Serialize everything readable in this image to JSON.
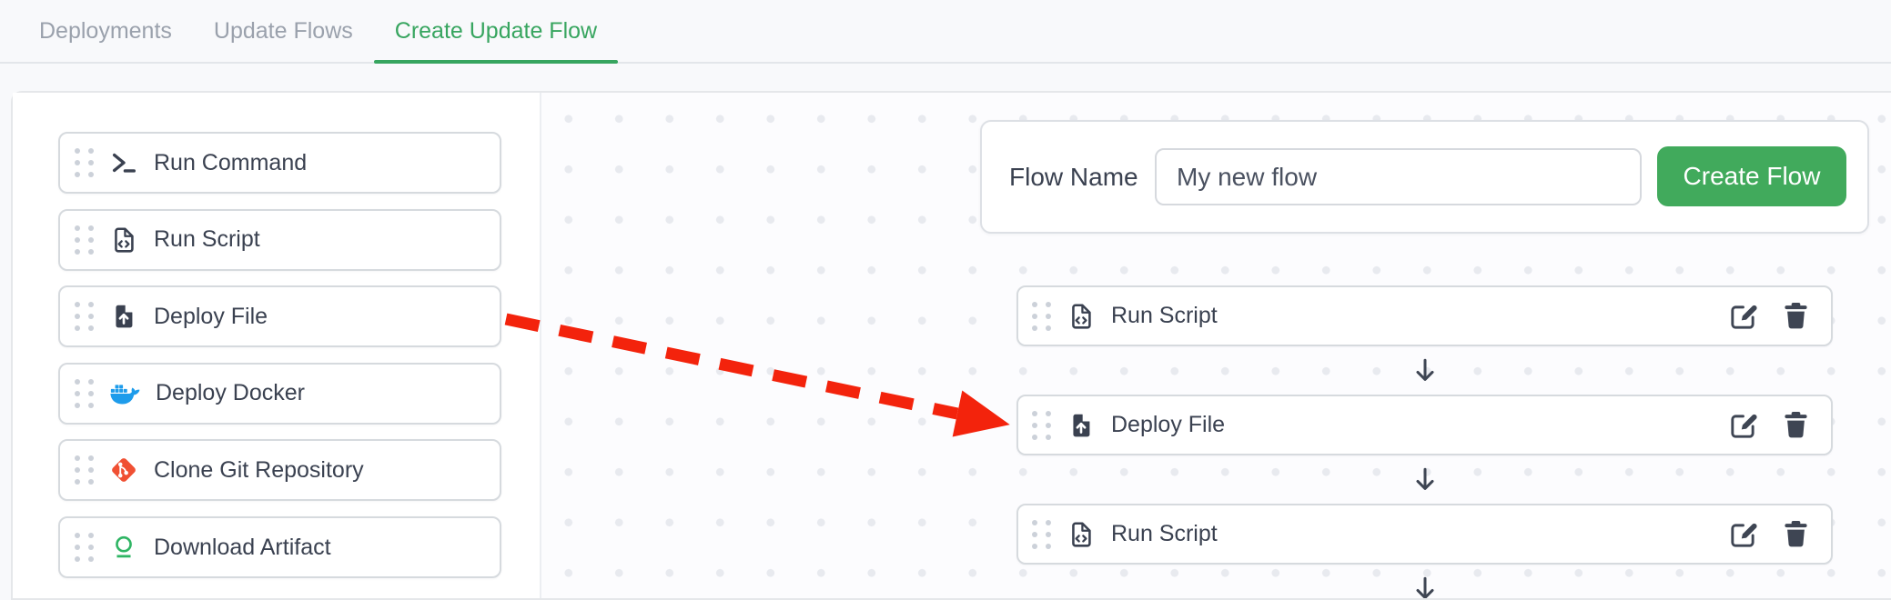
{
  "tabs": [
    {
      "label": "Deployments",
      "active": false
    },
    {
      "label": "Update Flows",
      "active": false
    },
    {
      "label": "Create Update Flow",
      "active": true
    }
  ],
  "palette": {
    "items": [
      {
        "label": "Run Command",
        "icon": "terminal"
      },
      {
        "label": "Run Script",
        "icon": "script"
      },
      {
        "label": "Deploy File",
        "icon": "deploy-file"
      },
      {
        "label": "Deploy Docker",
        "icon": "docker"
      },
      {
        "label": "Clone Git Repository",
        "icon": "git"
      },
      {
        "label": "Download Artifact",
        "icon": "artifact"
      }
    ]
  },
  "flow_builder": {
    "flow_name_label": "Flow Name",
    "flow_name_value": "My new flow",
    "create_button_label": "Create Flow",
    "steps": [
      {
        "label": "Run Script",
        "icon": "script"
      },
      {
        "label": "Deploy File",
        "icon": "deploy-file"
      },
      {
        "label": "Run Script",
        "icon": "script"
      }
    ]
  },
  "colors": {
    "tab_active_green": "#37a55f",
    "button_green": "#41aa5c",
    "docker_blue": "#1e9ceb",
    "git_orange": "#f05033",
    "artifact_green": "#2fb564",
    "annotation_red": "#f3230c",
    "text_dark": "#3a4150"
  }
}
